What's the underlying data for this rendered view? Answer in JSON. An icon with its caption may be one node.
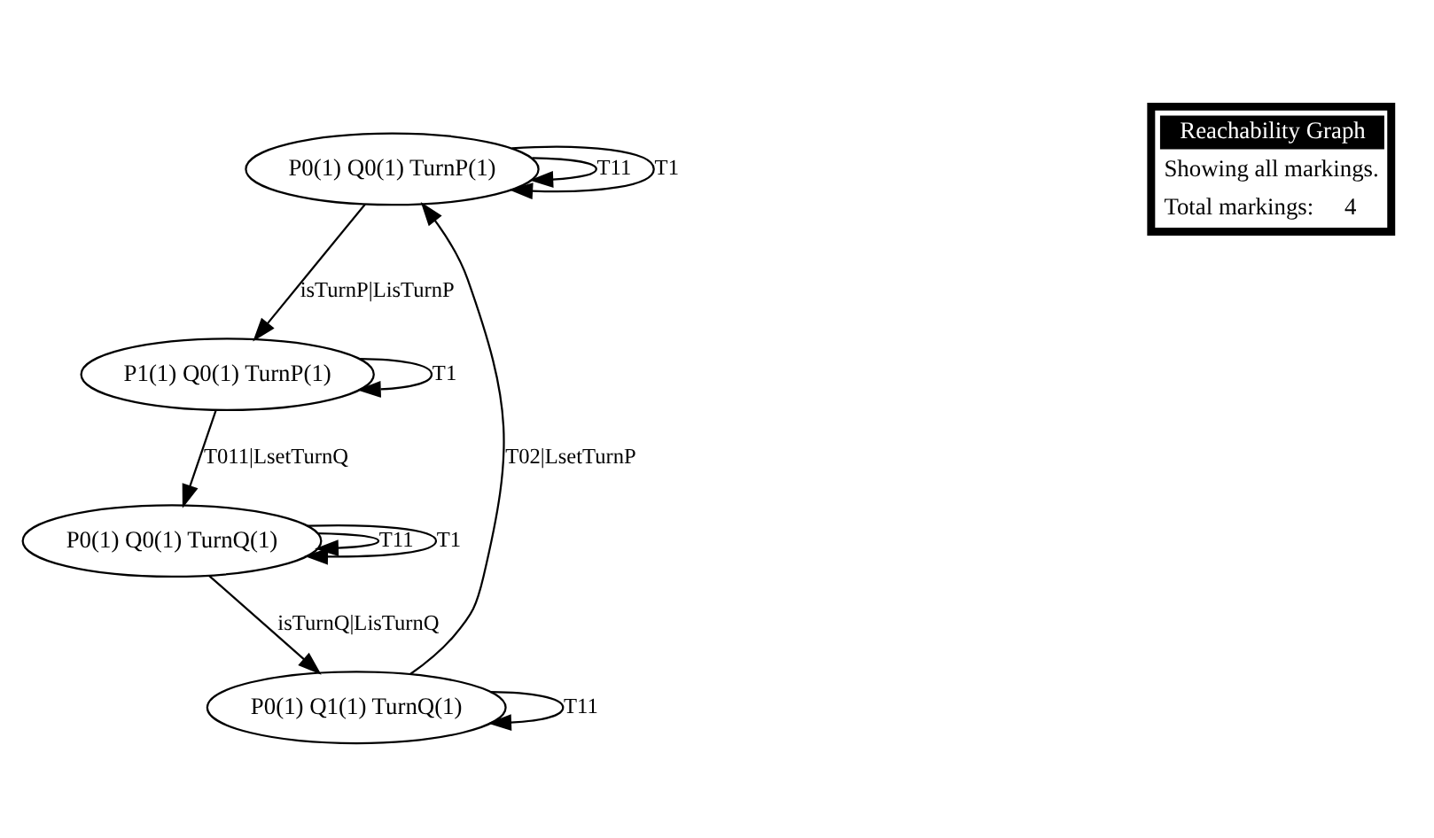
{
  "diagram": {
    "nodes": [
      {
        "text": [
          "P0(1) Q0(1) TurnP(1)"
        ]
      },
      {
        "text": [
          "P1(1) Q0(1) TurnP(1)"
        ]
      },
      {
        "text": [
          "P0(1) Q0(1) TurnQ(1)"
        ]
      },
      {
        "text": [
          "P0(1) Q1(1) TurnQ(1)"
        ]
      }
    ],
    "edges": [
      {
        "from": 0,
        "to": 0,
        "arrow": "to",
        "label": "T11"
      },
      {
        "from": 0,
        "to": 0,
        "arrow": "to",
        "label": "T1"
      },
      {
        "from": 0,
        "to": 1,
        "arrow": "to",
        "label": "isTurnP|LisTurnP"
      },
      {
        "from": 1,
        "to": 1,
        "arrow": "to",
        "label": "T1"
      },
      {
        "from": 1,
        "to": 2,
        "arrow": "to",
        "label": "T011|LsetTurnQ"
      },
      {
        "from": 2,
        "to": 2,
        "arrow": "to",
        "label": "T11"
      },
      {
        "from": 2,
        "to": 2,
        "arrow": "to",
        "label": "T1"
      },
      {
        "from": 2,
        "to": 3,
        "arrow": "to",
        "label": "isTurnQ|LisTurnQ"
      },
      {
        "from": 3,
        "to": 3,
        "arrow": "to",
        "label": "T11"
      },
      {
        "from": 3,
        "to": 0,
        "arrow": "to",
        "label": "T02|LsetTurnP"
      }
    ],
    "labels": [
      "Reachability Graph",
      "Showing all markings.",
      "Total markings:",
      "4"
    ]
  }
}
